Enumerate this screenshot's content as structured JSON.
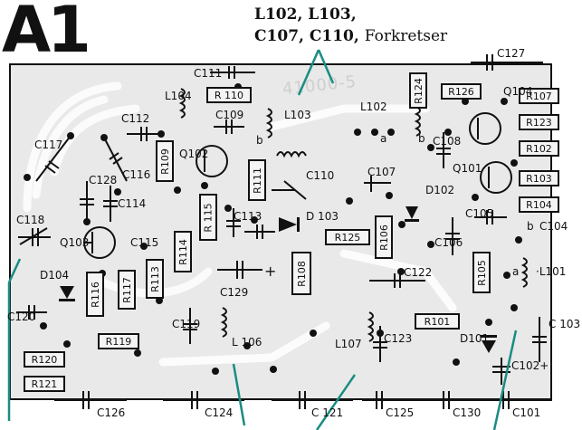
{
  "page_label": "A1",
  "header": {
    "line1": "L102, L103,",
    "line2_bold": "C107, C110,",
    "line2_plain": "Forkretser"
  },
  "watermark": "41000-5",
  "pointer_color": "#1a8c82",
  "resistors": [
    {
      "id": "R110",
      "label": "R 110"
    },
    {
      "id": "R124",
      "label": "R124"
    },
    {
      "id": "R126",
      "label": "R126"
    },
    {
      "id": "R107",
      "label": "R107"
    },
    {
      "id": "R123",
      "label": "R123"
    },
    {
      "id": "R102",
      "label": "R102"
    },
    {
      "id": "R103",
      "label": "R103"
    },
    {
      "id": "R104",
      "label": "R104"
    },
    {
      "id": "R109",
      "label": "R109"
    },
    {
      "id": "R111",
      "label": "R111"
    },
    {
      "id": "R115",
      "label": "R 115"
    },
    {
      "id": "R114",
      "label": "R114"
    },
    {
      "id": "R125",
      "label": "R125"
    },
    {
      "id": "R106",
      "label": "R106"
    },
    {
      "id": "R108",
      "label": "R108"
    },
    {
      "id": "R105",
      "label": "R105"
    },
    {
      "id": "R116",
      "label": "R116"
    },
    {
      "id": "R117",
      "label": "R117"
    },
    {
      "id": "R113",
      "label": "R113"
    },
    {
      "id": "R119",
      "label": "R119"
    },
    {
      "id": "R120",
      "label": "R120"
    },
    {
      "id": "R121",
      "label": "R121"
    },
    {
      "id": "R101",
      "label": "R101"
    }
  ],
  "labels": [
    {
      "id": "C127",
      "text": "C127"
    },
    {
      "id": "C111",
      "text": "C111"
    },
    {
      "id": "L104",
      "text": "L104"
    },
    {
      "id": "C109",
      "text": "C109"
    },
    {
      "id": "L103",
      "text": "L103"
    },
    {
      "id": "L102",
      "text": "L102"
    },
    {
      "id": "Q104",
      "text": "Q104"
    },
    {
      "id": "C112",
      "text": "C112"
    },
    {
      "id": "b1",
      "text": "b"
    },
    {
      "id": "a1",
      "text": "a"
    },
    {
      "id": "b2",
      "text": "b"
    },
    {
      "id": "C108",
      "text": "C108"
    },
    {
      "id": "C117",
      "text": "C117"
    },
    {
      "id": "Q102",
      "text": "Q102"
    },
    {
      "id": "C110",
      "text": "C110"
    },
    {
      "id": "Q101",
      "text": "Q101"
    },
    {
      "id": "C128",
      "text": "C128"
    },
    {
      "id": "C116",
      "text": "C116"
    },
    {
      "id": "C107",
      "text": "C107"
    },
    {
      "id": "D102",
      "text": "D102"
    },
    {
      "id": "C114",
      "text": "C114"
    },
    {
      "id": "D103",
      "text": "D 103"
    },
    {
      "id": "C118",
      "text": "C118"
    },
    {
      "id": "C113",
      "text": "C113"
    },
    {
      "id": "C105",
      "text": "C105"
    },
    {
      "id": "b3",
      "text": "b"
    },
    {
      "id": "C104",
      "text": "C104"
    },
    {
      "id": "Q103",
      "text": "Q103"
    },
    {
      "id": "C115",
      "text": "C115"
    },
    {
      "id": "C106",
      "text": "C106"
    },
    {
      "id": "a2",
      "text": "a"
    },
    {
      "id": "L101",
      "text": "·L101"
    },
    {
      "id": "D104",
      "text": "D104"
    },
    {
      "id": "C122",
      "text": "C122"
    },
    {
      "id": "C120",
      "text": "C120"
    },
    {
      "id": "C129",
      "text": "C129"
    },
    {
      "id": "plus",
      "text": "+"
    },
    {
      "id": "C119",
      "text": "C119"
    },
    {
      "id": "L106",
      "text": "L 106"
    },
    {
      "id": "L107",
      "text": "L107"
    },
    {
      "id": "C123",
      "text": "C123"
    },
    {
      "id": "D101",
      "text": "D101"
    },
    {
      "id": "C103",
      "text": "C 103"
    },
    {
      "id": "C102",
      "text": "C102+"
    },
    {
      "id": "C126",
      "text": "C126"
    },
    {
      "id": "C124",
      "text": "C124"
    },
    {
      "id": "C121",
      "text": "C 121"
    },
    {
      "id": "C125",
      "text": "C125"
    },
    {
      "id": "C130",
      "text": "C130"
    },
    {
      "id": "C101",
      "text": "C101"
    }
  ]
}
